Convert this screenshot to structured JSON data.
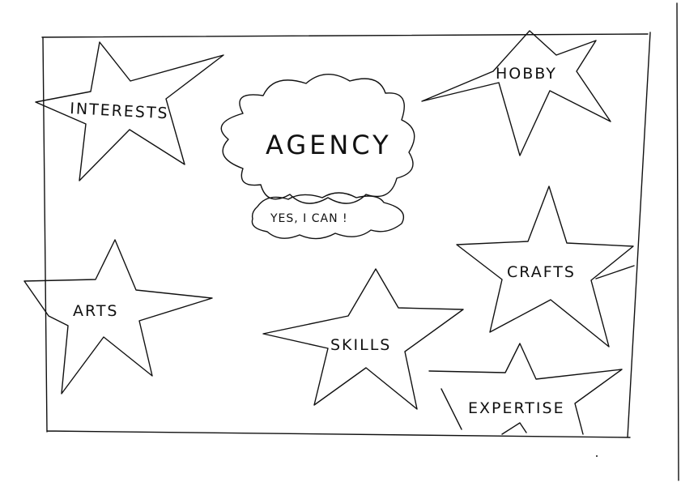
{
  "center": {
    "title": "AGENCY",
    "subtitle": "YES, I CAN !"
  },
  "stars": [
    {
      "id": "interests",
      "label": "INTERESTS"
    },
    {
      "id": "hobby",
      "label": "HOBBY"
    },
    {
      "id": "arts",
      "label": "ARTS"
    },
    {
      "id": "skills",
      "label": "SKILLS"
    },
    {
      "id": "crafts",
      "label": "CRAFTS"
    },
    {
      "id": "expertise",
      "label": "EXPERTISE"
    }
  ],
  "colors": {
    "ink": "#111111",
    "paper": "#ffffff"
  }
}
